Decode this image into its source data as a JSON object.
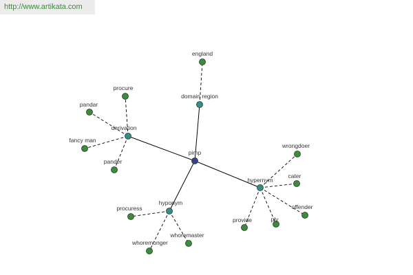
{
  "source_url": "http://www.artikata.com",
  "colors": {
    "center_node": "#3b3f8f",
    "relation_node": "#3a8a8a",
    "leaf_node": "#3f8a3f",
    "edge": "#000000",
    "label": "#333333",
    "url_text": "#3c8a3c"
  },
  "graph": {
    "center": "pimp",
    "relations": [
      {
        "label": "domain region",
        "leaves": [
          "england"
        ]
      },
      {
        "label": "derivation",
        "leaves": [
          "procure",
          "pandar",
          "fancy man",
          "pander"
        ]
      },
      {
        "label": "hypernym",
        "leaves": [
          "wrongdoer",
          "cater",
          "offender",
          "ply",
          "provide"
        ]
      },
      {
        "label": "hyponym",
        "leaves": [
          "procuress",
          "whoremonger",
          "whoremaster"
        ]
      }
    ]
  }
}
